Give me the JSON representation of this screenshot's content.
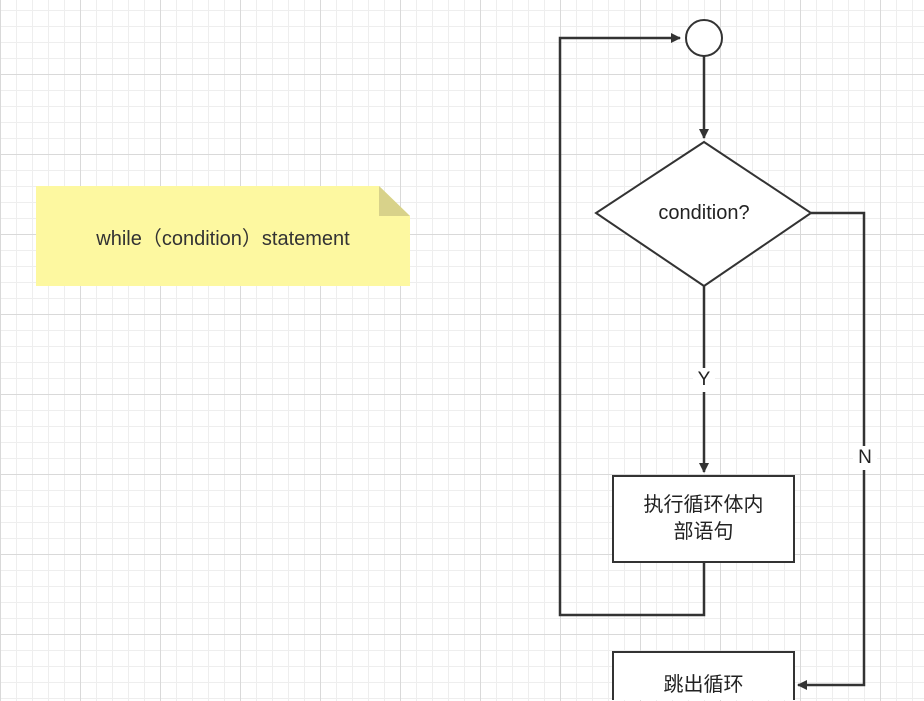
{
  "note": {
    "text": "while（condition）statement"
  },
  "flowchart": {
    "decision": {
      "label": "condition?"
    },
    "loop_body": {
      "label_line1": "执行循环体内",
      "label_line2": "部语句"
    },
    "exit": {
      "label": "跳出循环"
    },
    "edge_yes": {
      "label": "Y"
    },
    "edge_no": {
      "label": "N"
    }
  },
  "colors": {
    "stroke": "#333333",
    "note_fill": "#fdf8a0",
    "grid": "#eeeeee"
  }
}
